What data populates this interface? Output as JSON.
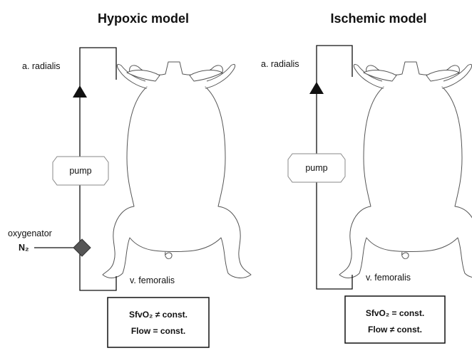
{
  "left_panel": {
    "title": "Hypoxic model",
    "artery_label": "a. radialis",
    "vein_label": "v. femoralis",
    "pump_label": "pump",
    "oxygenator_label": "oxygenator",
    "gas_label": "N₂",
    "condition_1": "SfvO₂ ≠ const.",
    "condition_2": "Flow = const."
  },
  "right_panel": {
    "title": "Ischemic model",
    "artery_label": "a. radialis",
    "vein_label": "v. femoralis",
    "pump_label": "pump",
    "condition_1": "SfvO₂ = const.",
    "condition_2": "Flow ≠ const."
  }
}
